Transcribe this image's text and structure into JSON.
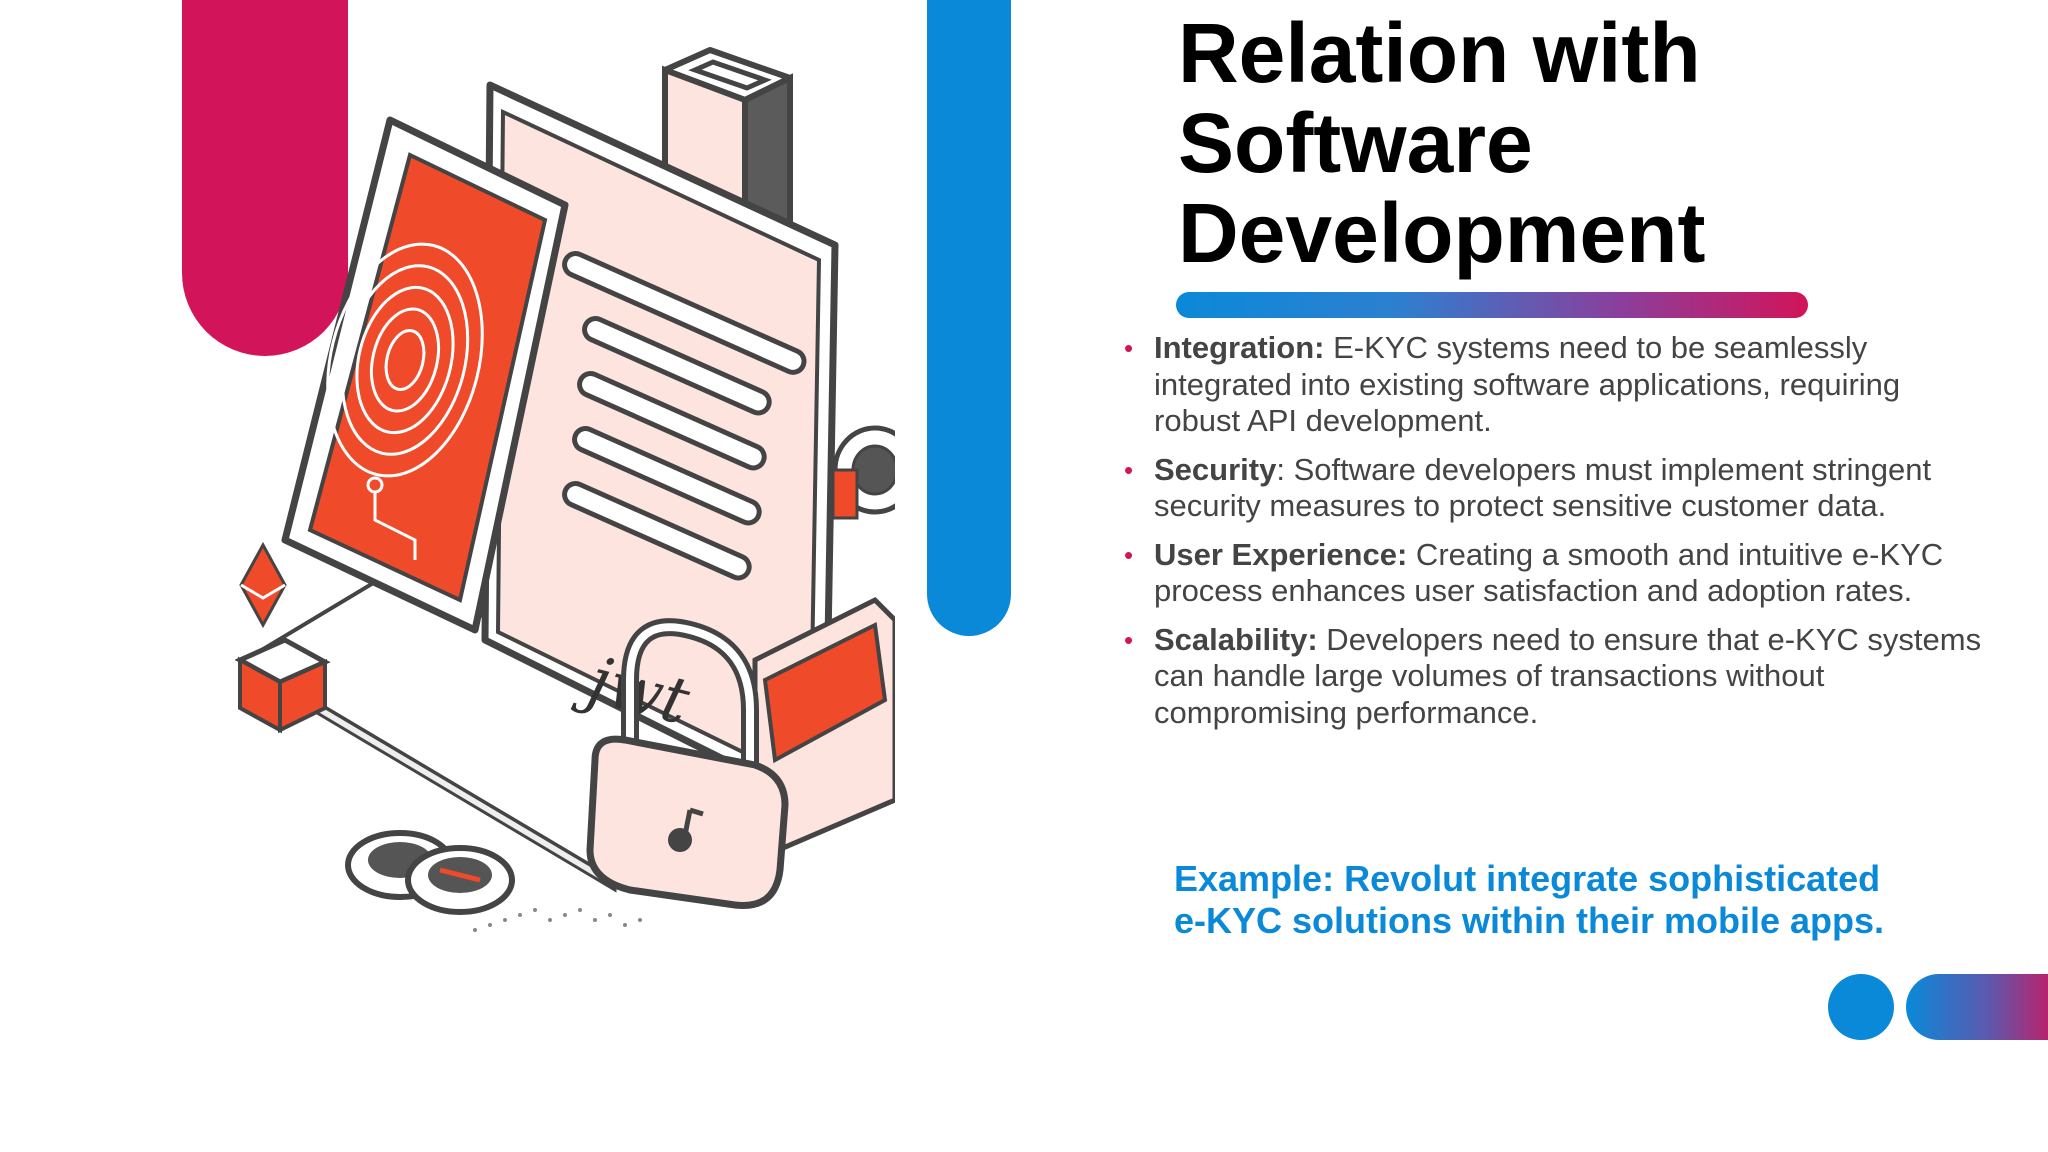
{
  "title_lines": [
    "Relation with",
    "Software",
    "Development"
  ],
  "bullets": [
    {
      "term": "Integration:",
      "text": " E-KYC systems need to be seamlessly integrated into existing software applications, requiring robust API development."
    },
    {
      "term": "Security",
      "text": ": Software developers must implement stringent security measures to protect sensitive customer data."
    },
    {
      "term": "User Experience:",
      "text": " Creating a smooth and intuitive e-KYC process enhances user satisfaction and adoption rates."
    },
    {
      "term": "Scalability:",
      "text": " Developers need to ensure that e-KYC systems can handle large volumes of transactions without compromising performance."
    }
  ],
  "example_lines": [
    "Example: Revolut integrate sophisticated",
    "e-KYC solutions within their mobile apps."
  ],
  "illustration_signature": "jwt",
  "colors": {
    "magenta": "#d2145a",
    "blue": "#0a89d8",
    "text": "#444444",
    "illustration_red": "#ef4a2a",
    "illustration_pink": "#fde4df"
  },
  "icons": [
    "fingerprint-icon",
    "padlock-icon",
    "ethereum-icon",
    "coin-icon",
    "document-icon",
    "phone-icon"
  ]
}
